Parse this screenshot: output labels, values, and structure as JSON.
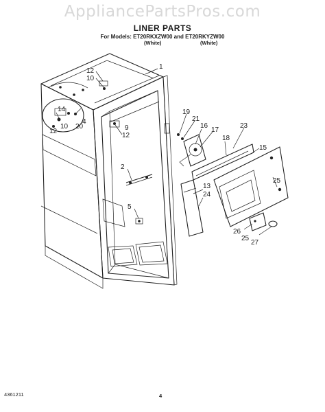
{
  "watermark": "AppliancePartsPros.com",
  "title": "LINER PARTS",
  "models": "For Models: ET20RKXZW00 and ET20RKYZW00",
  "model_colors": [
    "(White)",
    "(White)"
  ],
  "doc_number": "4361211",
  "page_number": "4",
  "callouts": [
    "1",
    "12",
    "10",
    "14",
    "20",
    "10",
    "12",
    "4",
    "9",
    "12",
    "2",
    "5",
    "19",
    "21",
    "16",
    "17",
    "18",
    "23",
    "15",
    "25",
    "13",
    "24",
    "26",
    "25",
    "27"
  ]
}
